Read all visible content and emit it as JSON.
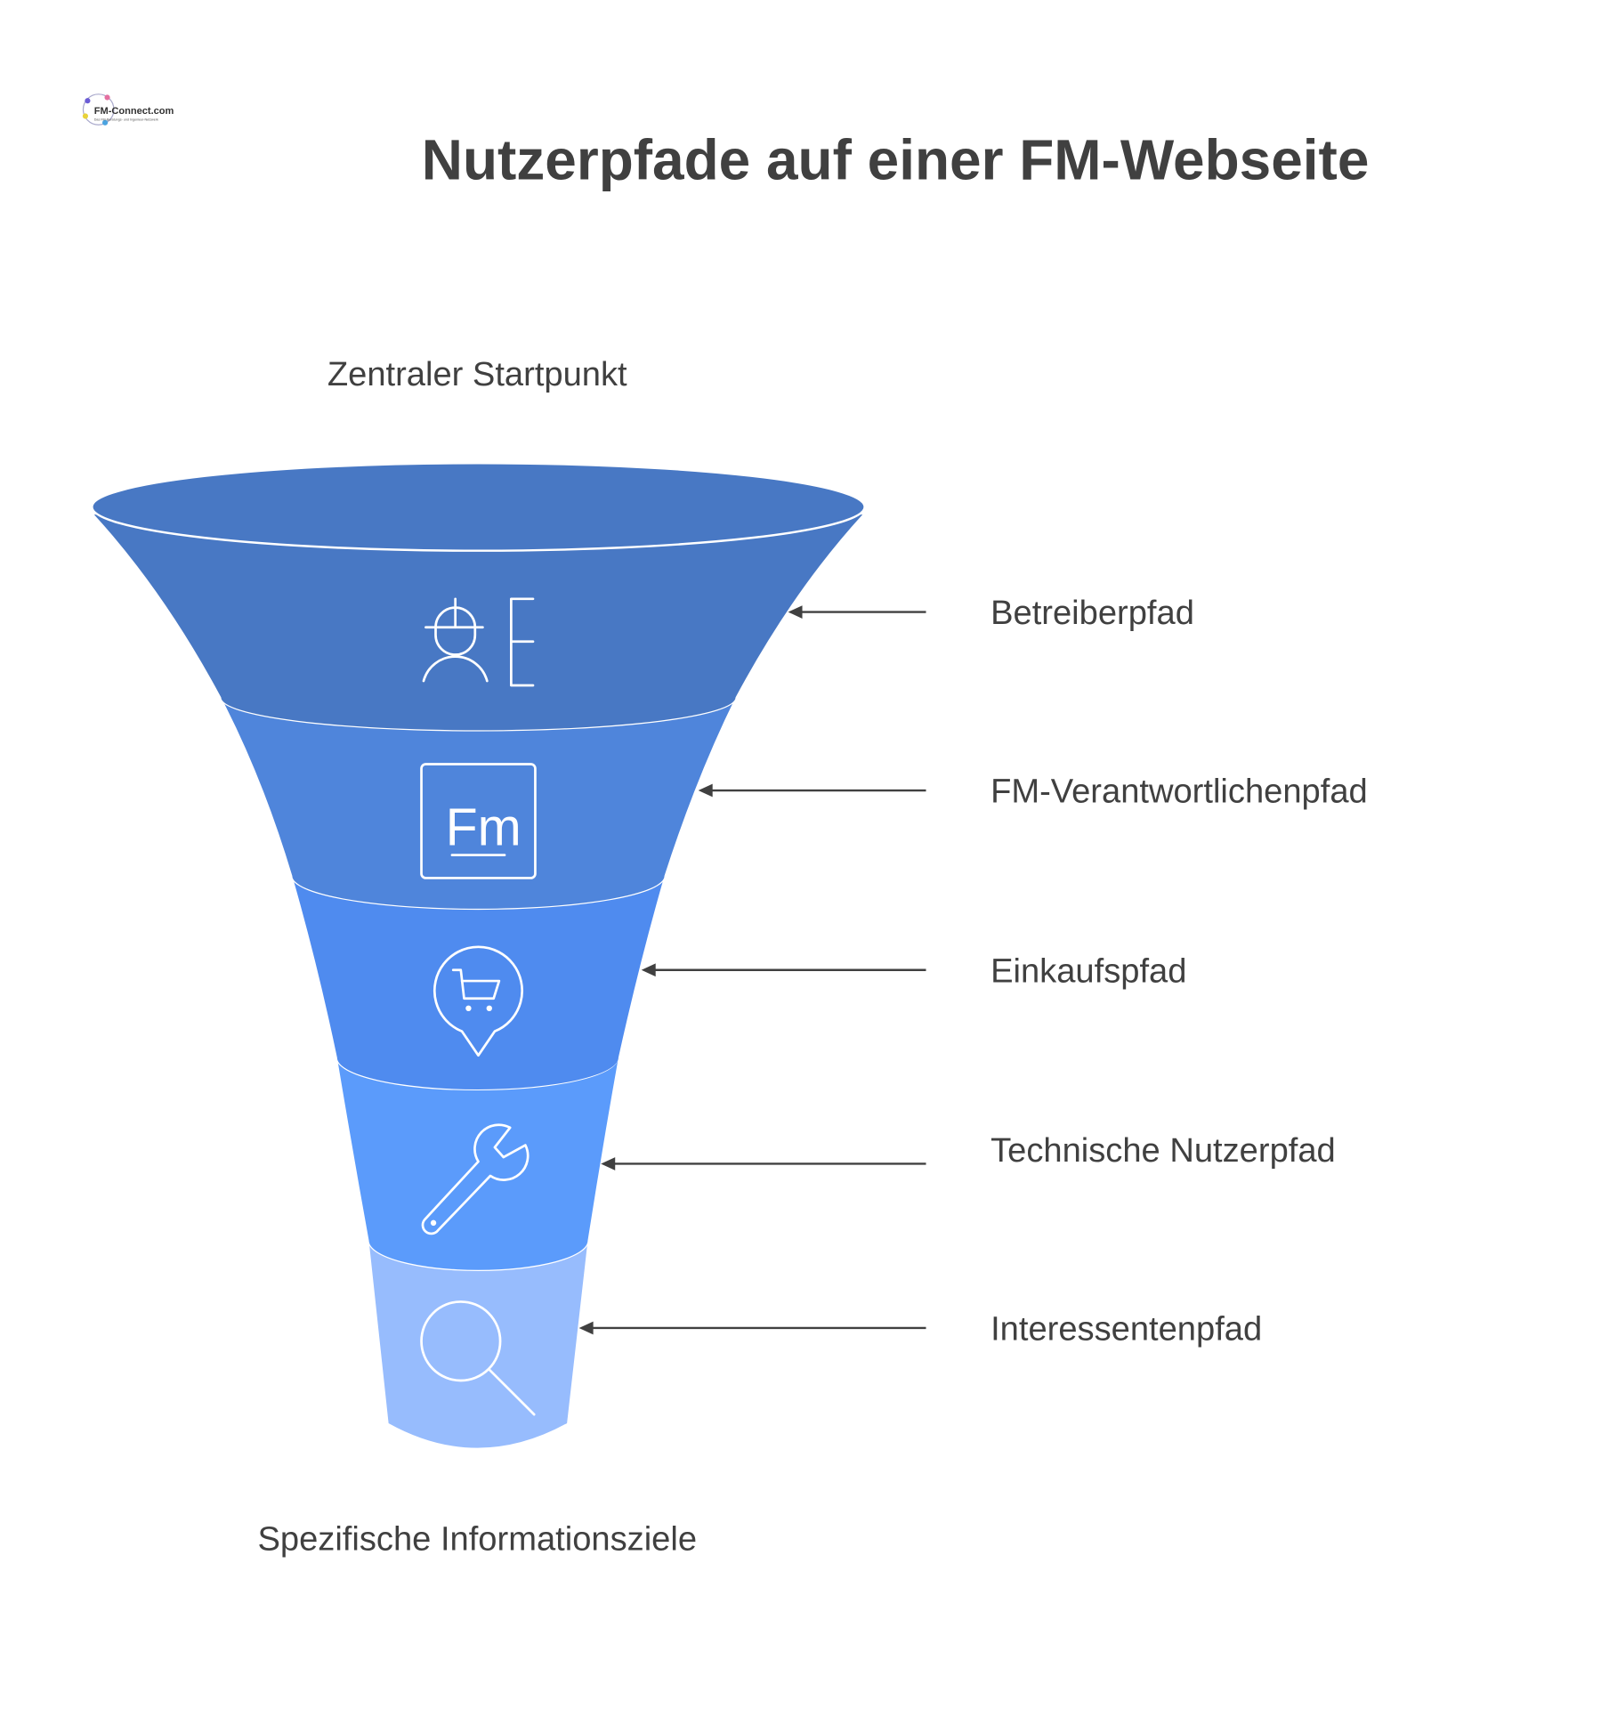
{
  "title": "Nutzerpfade auf einer FM-Webseite",
  "logo": {
    "text": "FM-Connect.com",
    "subtext": "Das FM-Beratungs- und Ingenieur-Netzwerk"
  },
  "top_label": "Zentraler Startpunkt",
  "bottom_label": "Spezifische Informationsziele",
  "stages": [
    {
      "label": "Betreiberpfad",
      "icon": "worker-icon",
      "color": "#4878C4"
    },
    {
      "label": "FM-Verantwortlichenpfad",
      "icon": "fm-badge-icon",
      "color": "#4F85DB"
    },
    {
      "label": "Einkaufspfad",
      "icon": "shopping-cart-pin-icon",
      "color": "#4F8BEF"
    },
    {
      "label": "Technische Nutzerpfad",
      "icon": "wrench-icon",
      "color": "#5B9BFB"
    },
    {
      "label": "Interessentenpfad",
      "icon": "magnifier-icon",
      "color": "#97BCFD"
    }
  ]
}
